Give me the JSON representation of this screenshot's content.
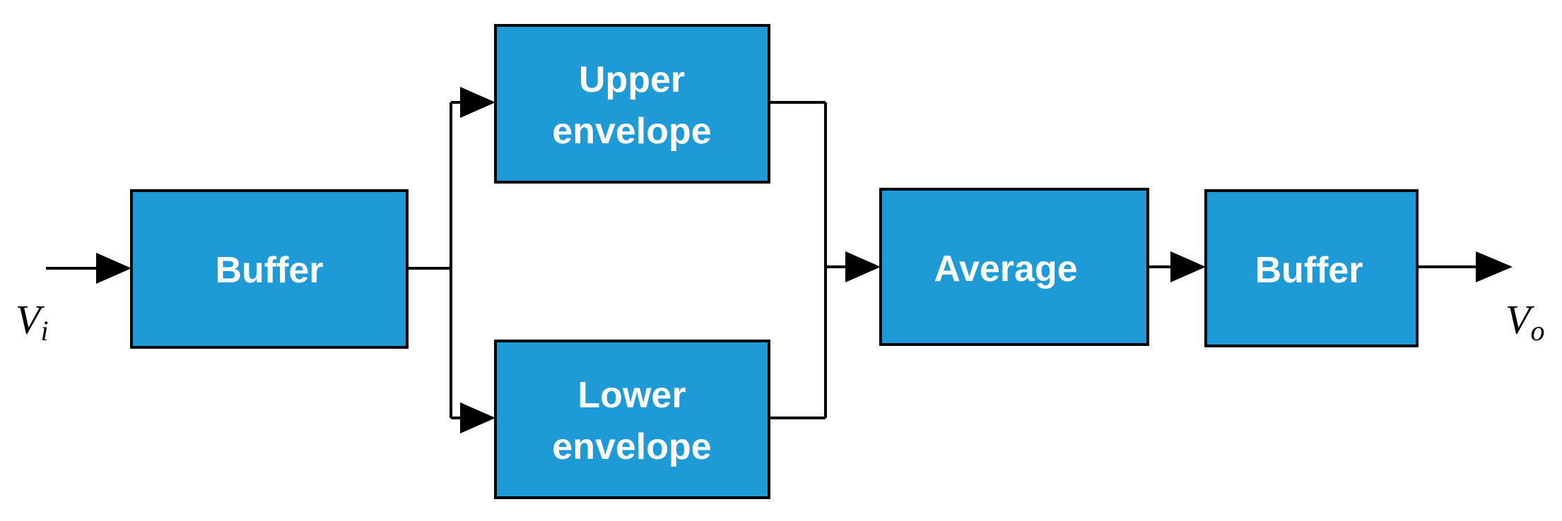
{
  "colors": {
    "block_fill": "#1e9bd7",
    "block_text": "#ffffff",
    "wire": "#000000"
  },
  "input_label": {
    "main": "V",
    "sub": "i"
  },
  "output_label": {
    "main": "V",
    "sub": "o"
  },
  "blocks": {
    "buffer_in": {
      "lines": [
        "Buffer"
      ]
    },
    "upper_envelope": {
      "lines": [
        "Upper",
        "envelope"
      ]
    },
    "lower_envelope": {
      "lines": [
        "Lower",
        "envelope"
      ]
    },
    "average": {
      "lines": [
        "Average"
      ]
    },
    "buffer_out": {
      "lines": [
        "Buffer"
      ]
    }
  }
}
